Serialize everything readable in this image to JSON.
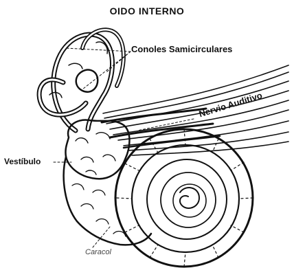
{
  "title": "OIDO INTERNO",
  "labels": {
    "canales": "Conoles Samicirculares",
    "nervio": "Nervio Auditivo",
    "vestibulo": "Vestíbulo",
    "caracol": "Caracol"
  }
}
